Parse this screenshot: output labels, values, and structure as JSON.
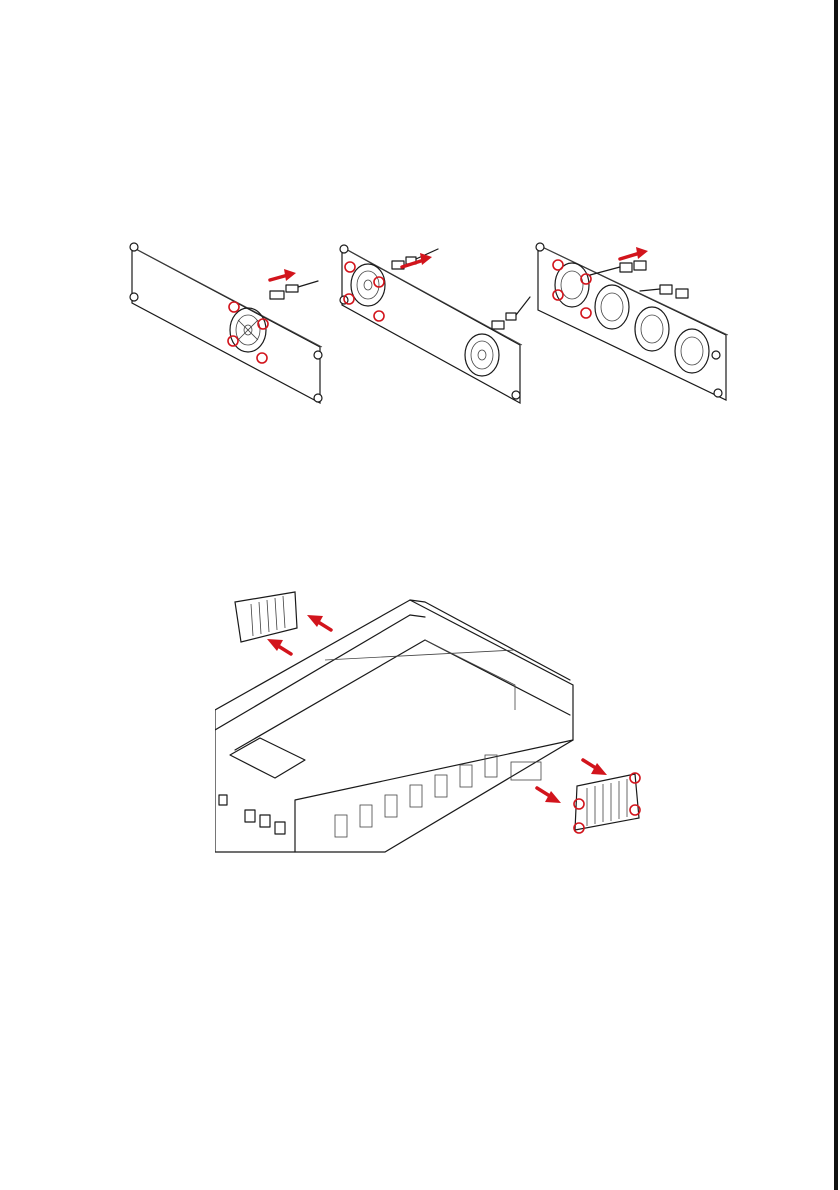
{
  "page": {
    "figures": [
      {
        "icon": "fan-replacement-illustration",
        "panels": 3
      },
      {
        "icon": "vent-cover-removal-illustration"
      }
    ],
    "colors": {
      "line_art": "#1a1a1a",
      "callout": "#d2141c",
      "background": "#ffffff"
    }
  }
}
